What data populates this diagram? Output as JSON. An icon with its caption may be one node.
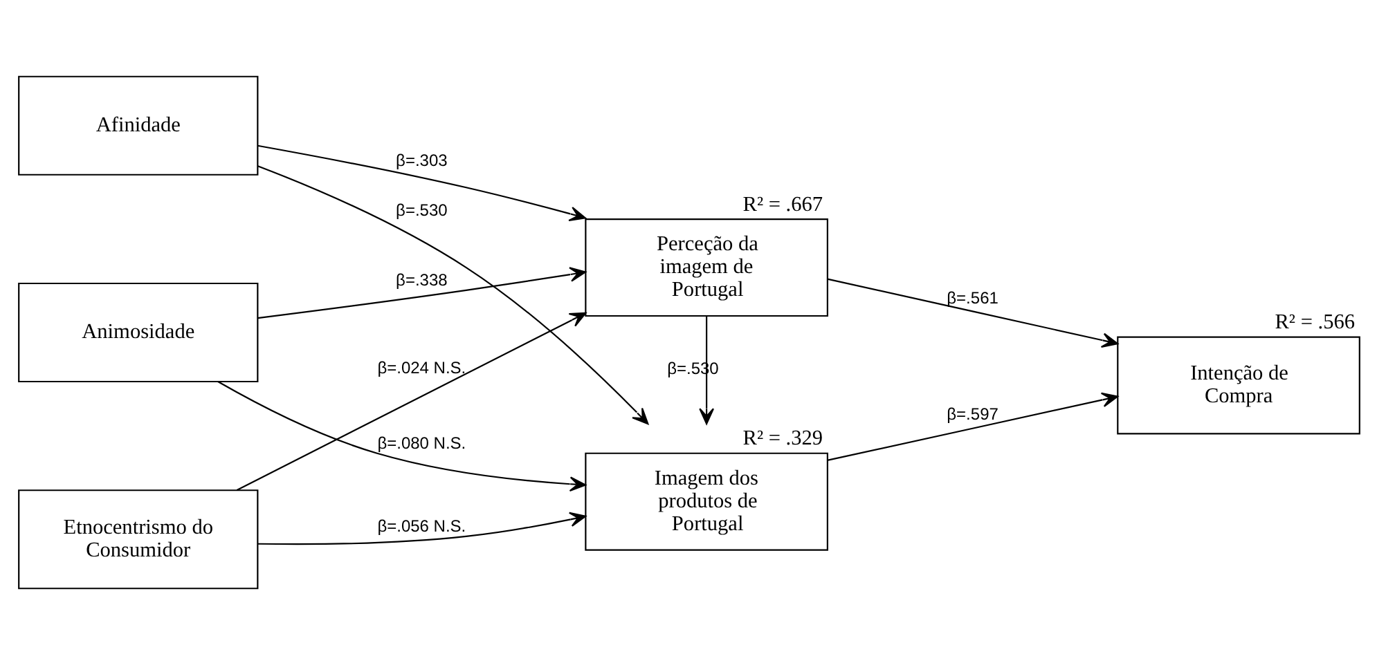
{
  "diagram": {
    "nodes": [
      {
        "text": [
          "Afinidade"
        ]
      },
      {
        "text": [
          "Animosidade"
        ]
      },
      {
        "text": [
          "Etnocentrismo do Consumidor"
        ]
      },
      {
        "text": [
          "Perceção da imagem de Portugal"
        ],
        "beside": [
          "R² = .667"
        ]
      },
      {
        "text": [
          "Imagem dos produtos de Portugal"
        ],
        "beside": [
          "R² = .329"
        ]
      },
      {
        "text": [
          "Intenção de Compra"
        ],
        "beside": [
          "R² = .566"
        ]
      }
    ],
    "edges": [
      {
        "from": 0,
        "to": 3,
        "arrow": "to",
        "label": "β=.303"
      },
      {
        "from": 0,
        "to": 4,
        "arrow": "to",
        "label": "β=.530"
      },
      {
        "from": 1,
        "to": 3,
        "arrow": "to",
        "label": "β=.338"
      },
      {
        "from": 1,
        "to": 4,
        "arrow": "to",
        "label": "β=.080 N.S."
      },
      {
        "from": 2,
        "to": 3,
        "arrow": "to",
        "label": "β=.024 N.S."
      },
      {
        "from": 2,
        "to": 4,
        "arrow": "to",
        "label": "β=.056 N.S."
      },
      {
        "from": 3,
        "to": 4,
        "arrow": "to",
        "label": "β=.530"
      },
      {
        "from": 3,
        "to": 5,
        "arrow": "to",
        "label": "β=.561"
      },
      {
        "from": 4,
        "to": 5,
        "arrow": "to",
        "label": "β=.597"
      }
    ]
  }
}
